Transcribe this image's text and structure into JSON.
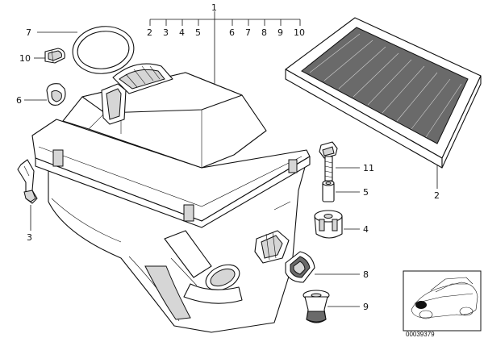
{
  "callouts": {
    "assembly": "1",
    "sub": [
      "2",
      "3",
      "4",
      "5",
      "6",
      "7",
      "8",
      "9",
      "10"
    ],
    "c7": "7",
    "c10": "10",
    "c6_left": "6",
    "c3": "3",
    "c11": "11",
    "c5": "5",
    "c4": "4",
    "c8": "8",
    "c9": "9",
    "c2": "2"
  },
  "reference_number": "00039379"
}
